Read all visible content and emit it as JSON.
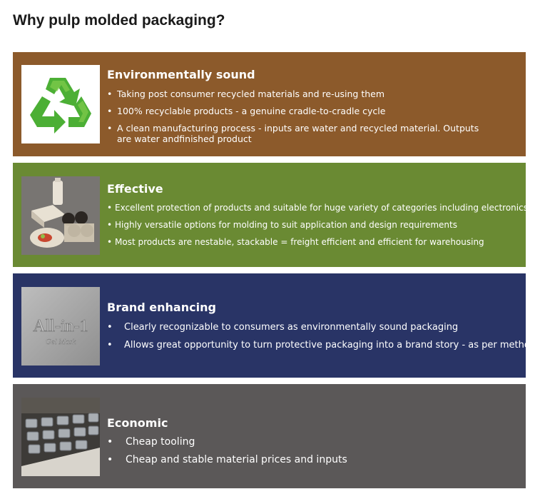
{
  "page": {
    "title": "Why pulp molded packaging?"
  },
  "panels": [
    {
      "heading": "Environmentally sound",
      "image_icon": "recycle-icon",
      "bullets": [
        "Taking post consumer recycled materials and re-using them",
        "100% recyclable products - a genuine cradle-to-cradle cycle",
        "A clean manufacturing process - inputs are water and recycled material. Outputs are water andfinished product"
      ],
      "color": "#8c5a2b"
    },
    {
      "heading": "Effective",
      "image_icon": "pulp-containers-photo",
      "bullets": [
        "Excellent protection of products and suitable for huge variety of categories including electronics",
        "Highly versatile options for molding to suit application and design requirements",
        "Most products are nestable, stackable = freight efficient and efficient for warehousing"
      ],
      "color": "#6a8a33"
    },
    {
      "heading": "Brand enhancing",
      "image_icon": "embossed-logo-photo",
      "image_text": {
        "line1": "All-in-1",
        "line2": "Gel Mask"
      },
      "bullets": [
        "Clearly recognizable to consumers as environmentally sound packaging",
        "Allows great opportunity to turn protective packaging into a brand story - as per method"
      ],
      "color": "#293466"
    },
    {
      "heading": "Economic",
      "image_icon": "metal-molds-photo",
      "bullets": [
        "Cheap tooling",
        "Cheap and stable material prices and inputs"
      ],
      "color": "#5b5858"
    }
  ]
}
